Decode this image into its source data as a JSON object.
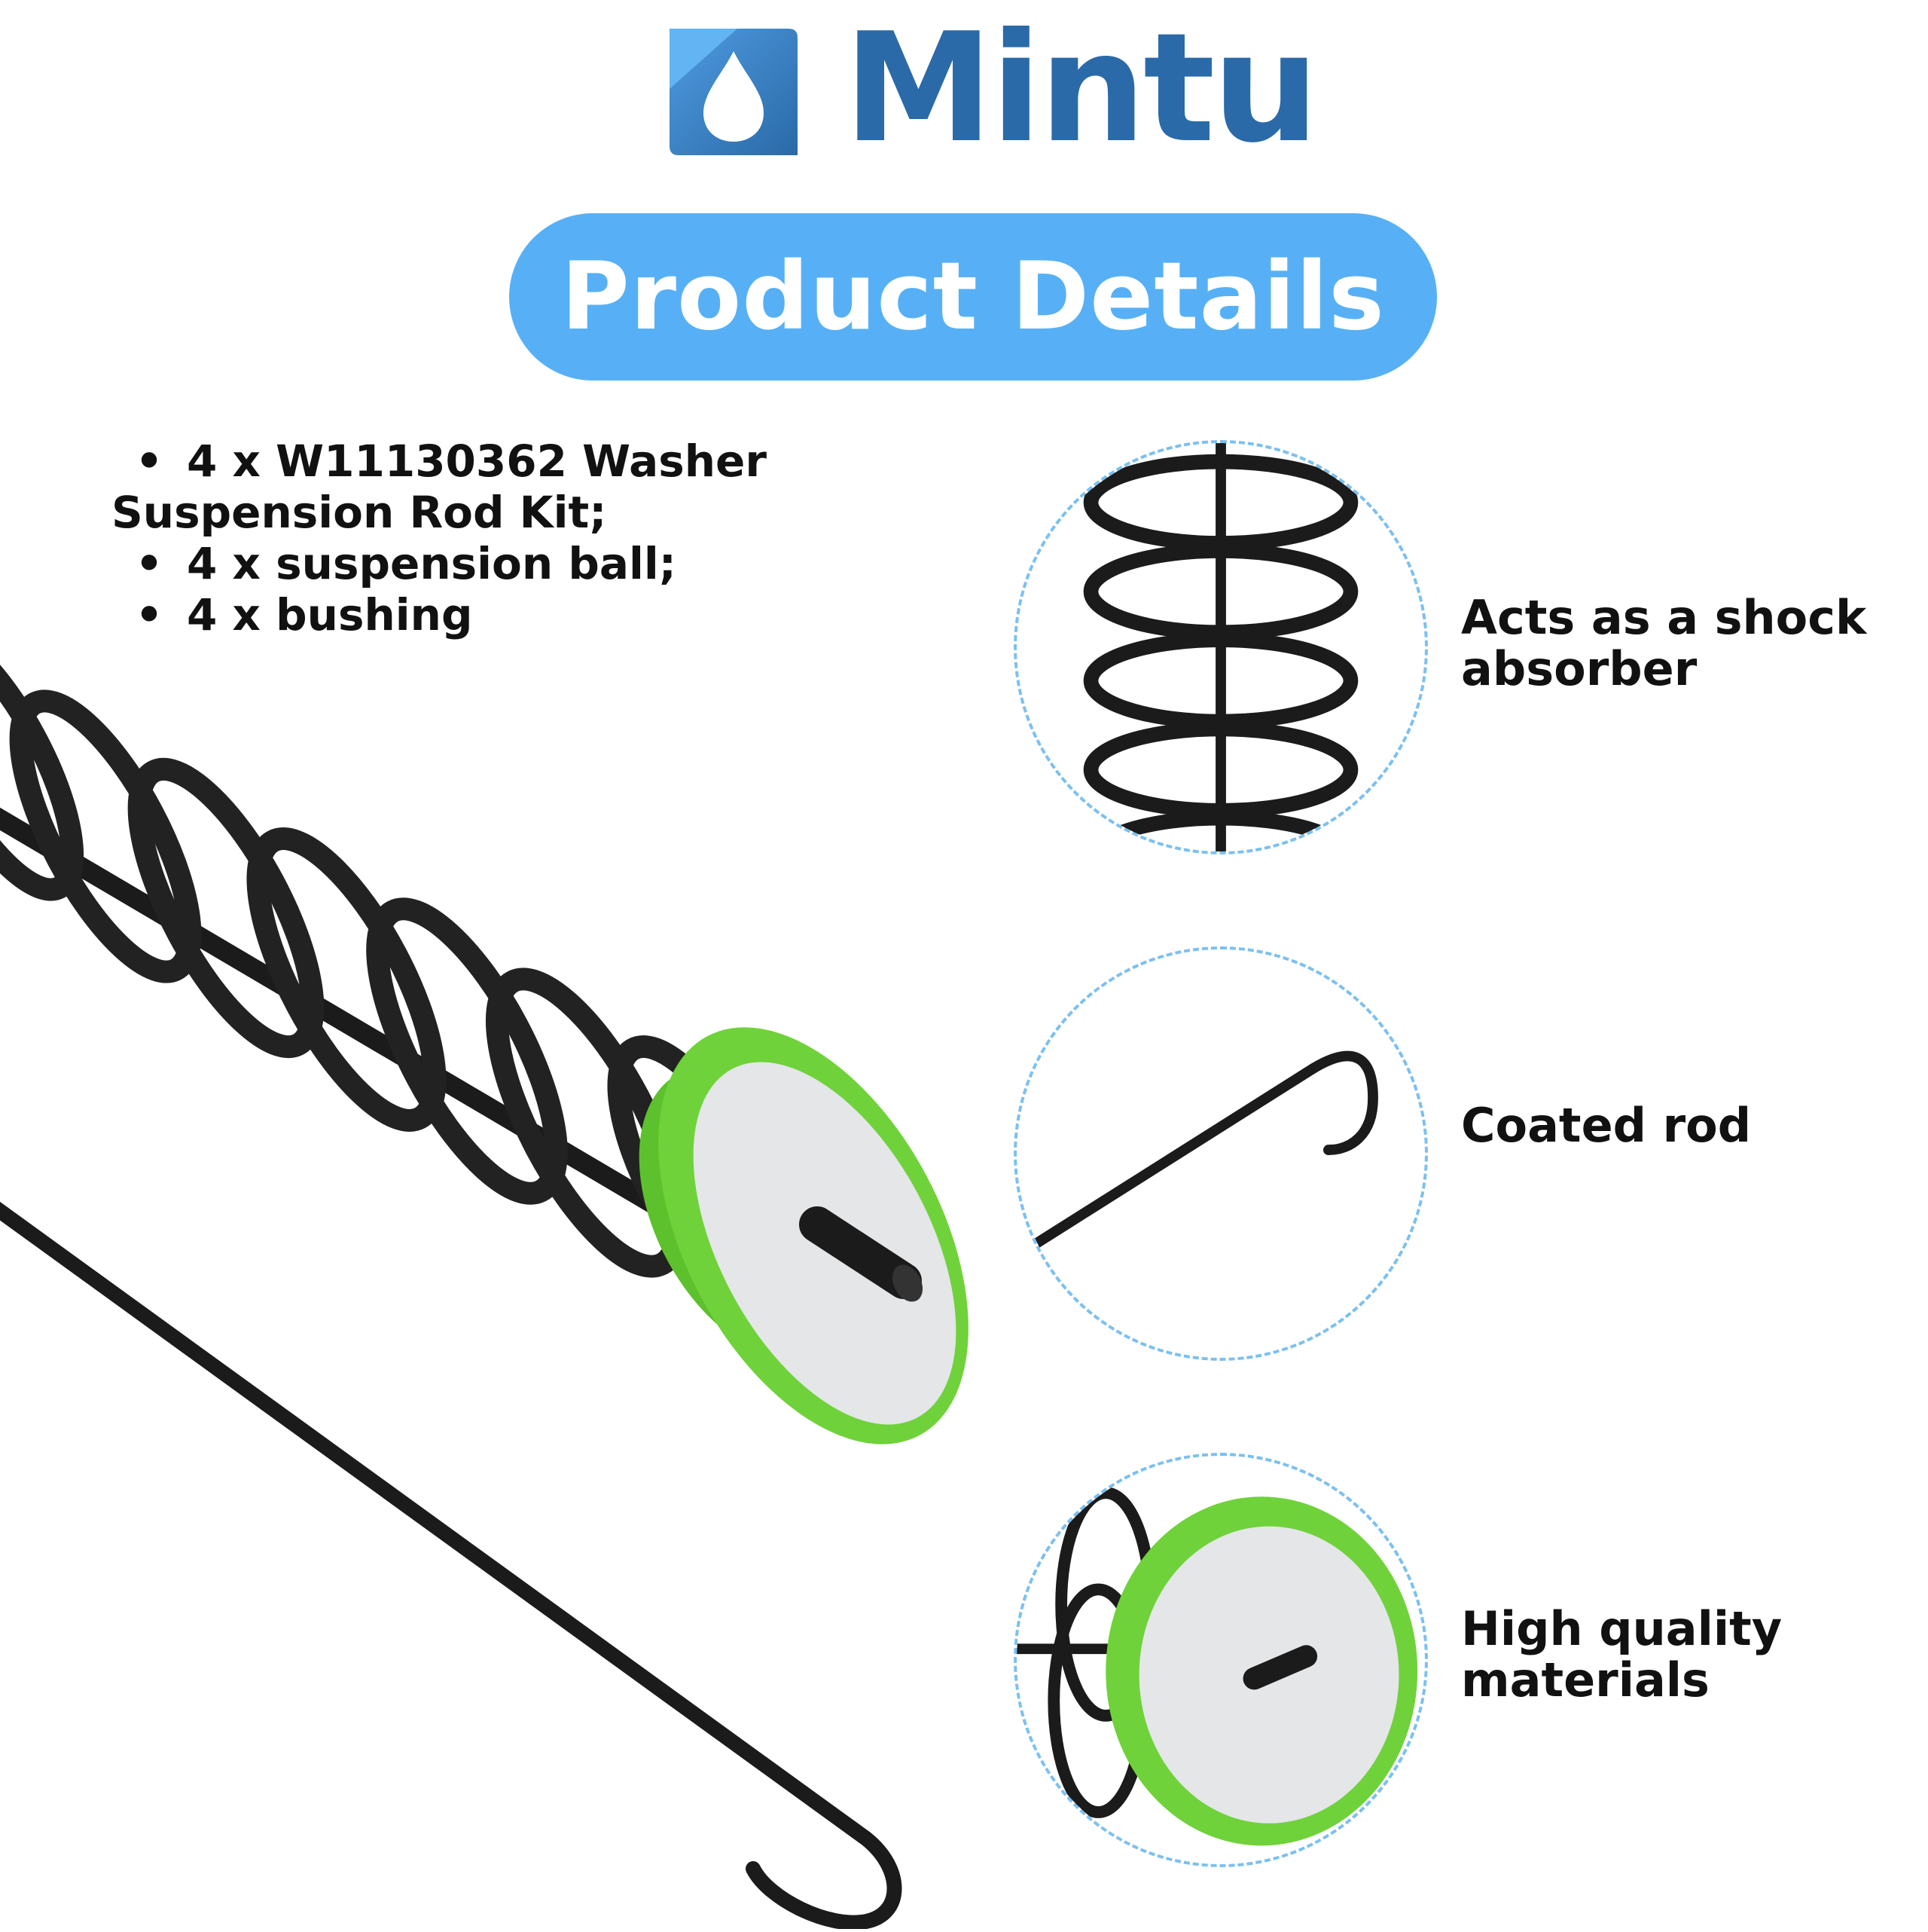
{
  "brand": {
    "name": "Mintu",
    "logo_icon": "water-drop-icon",
    "color": "#2a6aa8"
  },
  "banner": {
    "title": "Product Details",
    "color": "#57b0f5"
  },
  "contents": [
    "4 x W11130362 Washer",
    "Suspension Rod Kit;",
    "4 x suspension ball;",
    "4 x bushing"
  ],
  "features": [
    {
      "label": "Acts as a shock absorber",
      "image": "spring-closeup"
    },
    {
      "label": "Coated rod",
      "image": "hooked-rod"
    },
    {
      "label": "High quality materials",
      "image": "green-ball-closeup"
    }
  ],
  "colors": {
    "accent_green": "#6fd23a",
    "coil_black": "#1b1b1b",
    "metal_disc": "#e4e6e8"
  }
}
